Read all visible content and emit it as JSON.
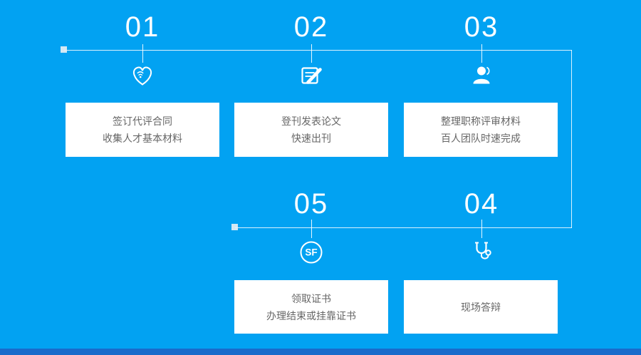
{
  "page": {
    "background_color": "#02a2f2",
    "footer_color": "#1a6bcb",
    "line_color": "#ffffff",
    "card_color": "#ffffff",
    "card_text_color": "#666666"
  },
  "steps": [
    {
      "number": "01",
      "icon": "heart-care-icon",
      "lines": [
        "签订代评合同",
        "收集人才基本材料"
      ]
    },
    {
      "number": "02",
      "icon": "publish-edit-icon",
      "lines": [
        "登刊发表论文",
        "快速出刊"
      ]
    },
    {
      "number": "03",
      "icon": "person-icon",
      "lines": [
        "整理职称评审材料",
        "百人团队时速完成"
      ]
    },
    {
      "number": "04",
      "icon": "stethoscope-icon",
      "lines": [
        "现场答辩"
      ]
    },
    {
      "number": "05",
      "icon": "sf-badge-icon",
      "badge_text": "SF",
      "lines": [
        "领取证书",
        "办理结束或挂靠证书"
      ]
    }
  ]
}
